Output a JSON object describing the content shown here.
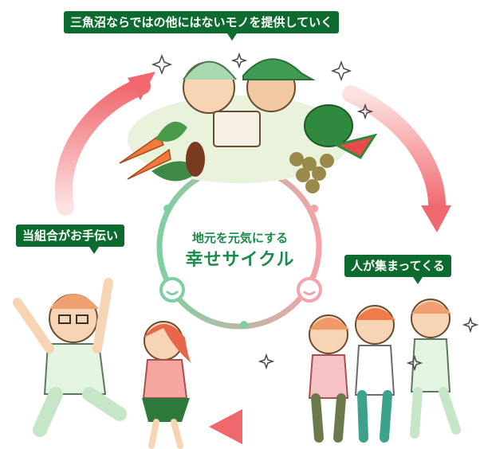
{
  "labels": {
    "top": "三魚沼ならではの他にはないモノを提供していく",
    "left": "当組合がお手伝い",
    "right": "人が集まってくる"
  },
  "center": {
    "subtitle": "地元を元気にする",
    "title": "幸せサイクル"
  },
  "colors": {
    "green_label": "#0e6b2f",
    "ring_green": "#7ecfa2",
    "ring_pink": "#f4a3a8",
    "arrow_red": "#f0686e",
    "center_text": "#1c8a4a"
  },
  "icons": [
    "sparkle-icon",
    "smiley-icon"
  ]
}
